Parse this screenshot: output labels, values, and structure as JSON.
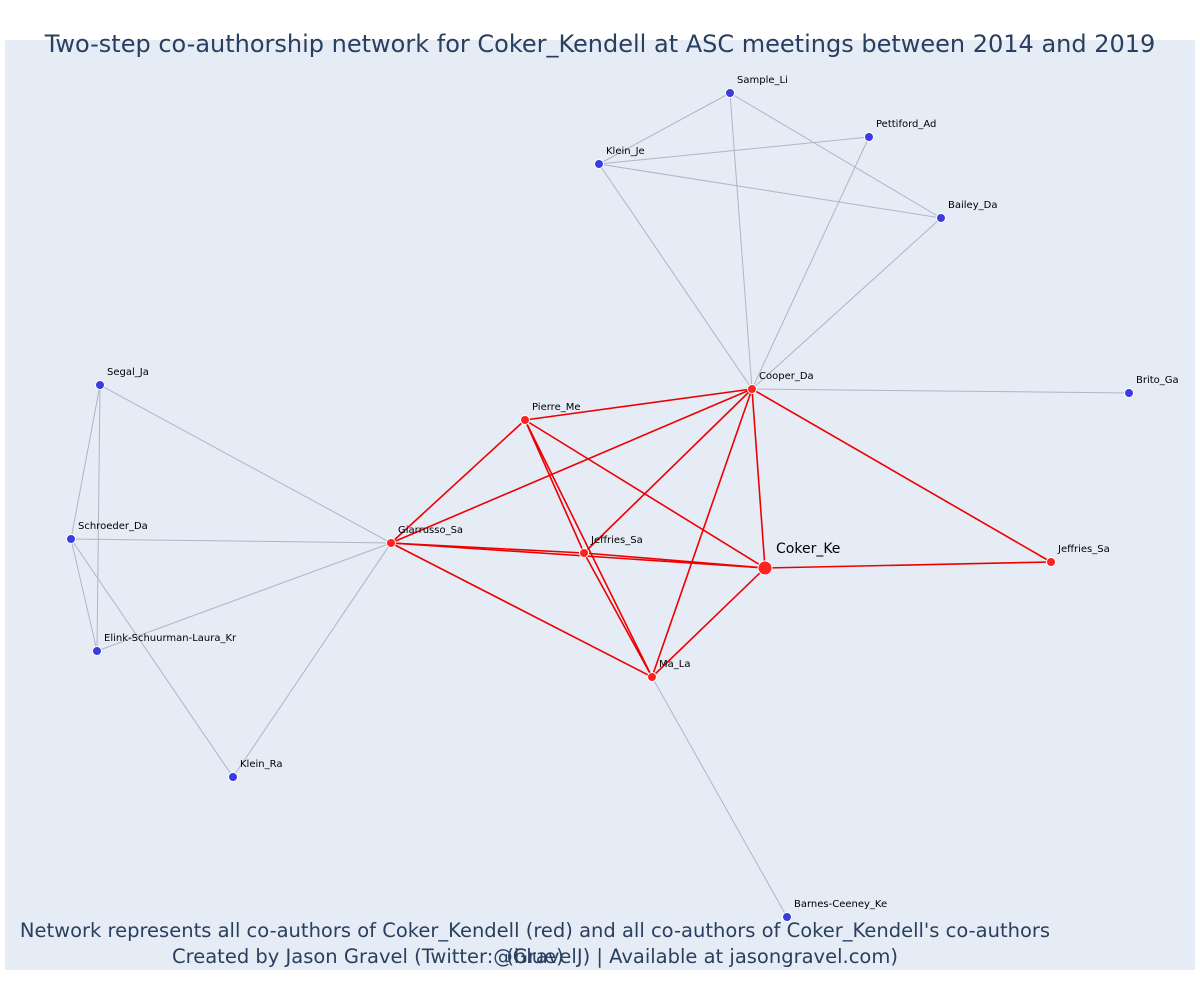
{
  "title": "Two-step co-authorship network for Coker_Kendell at ASC meetings between 2014 and 2019",
  "footer": {
    "line1": "Network represents all co-authors of Coker_Kendell (red) and all co-authors of Coker_Kendell's co-authors (blue)",
    "line2": "Created by Jason Gravel (Twitter:@GravelJ) | Available at jasongravel.com)"
  },
  "colors": {
    "background": "#e5ecf6",
    "red_node": "#ff2020",
    "blue_node": "#3b3bdf",
    "red_edge": "#ee0000",
    "gray_edge": "#b0b4c4",
    "text": "#2a3f5f"
  },
  "nodes": [
    {
      "id": "n_coker",
      "label": "Coker_Ke",
      "group": "red",
      "focal": true
    },
    {
      "id": "n_cooper",
      "label": "Cooper_Da",
      "group": "red"
    },
    {
      "id": "n_pierre",
      "label": "Pierre_Me",
      "group": "red"
    },
    {
      "id": "n_giarrusso",
      "label": "Giarrusso_Sa",
      "group": "red"
    },
    {
      "id": "n_jeffries1",
      "label": "Jeffries_Sa",
      "group": "red"
    },
    {
      "id": "n_jeffries2",
      "label": "Jeffries_Sa",
      "group": "red"
    },
    {
      "id": "n_ma",
      "label": "Ma_La",
      "group": "red"
    },
    {
      "id": "n_sample",
      "label": "Sample_Li",
      "group": "blue"
    },
    {
      "id": "n_pettiford",
      "label": "Pettiford_Ad",
      "group": "blue"
    },
    {
      "id": "n_kleinje",
      "label": "Klein_Je",
      "group": "blue"
    },
    {
      "id": "n_bailey",
      "label": "Bailey_Da",
      "group": "blue"
    },
    {
      "id": "n_brito",
      "label": "Brito_Ga",
      "group": "blue"
    },
    {
      "id": "n_segal",
      "label": "Segal_Ja",
      "group": "blue"
    },
    {
      "id": "n_schroeder",
      "label": "Schroeder_Da",
      "group": "blue"
    },
    {
      "id": "n_elink",
      "label": "Elink-Schuurman-Laura_Kr",
      "group": "blue"
    },
    {
      "id": "n_kleinra",
      "label": "Klein_Ra",
      "group": "blue"
    },
    {
      "id": "n_barnes",
      "label": "Barnes-Ceeney_Ke",
      "group": "blue"
    }
  ],
  "edges": [
    [
      "n_coker",
      "n_cooper"
    ],
    [
      "n_coker",
      "n_pierre"
    ],
    [
      "n_coker",
      "n_giarrusso"
    ],
    [
      "n_coker",
      "n_jeffries1"
    ],
    [
      "n_coker",
      "n_jeffries2"
    ],
    [
      "n_coker",
      "n_ma"
    ],
    [
      "n_cooper",
      "n_pierre"
    ],
    [
      "n_cooper",
      "n_giarrusso"
    ],
    [
      "n_cooper",
      "n_jeffries1"
    ],
    [
      "n_cooper",
      "n_jeffries2"
    ],
    [
      "n_cooper",
      "n_ma"
    ],
    [
      "n_pierre",
      "n_giarrusso"
    ],
    [
      "n_pierre",
      "n_jeffries1"
    ],
    [
      "n_pierre",
      "n_ma"
    ],
    [
      "n_giarrusso",
      "n_jeffries1"
    ],
    [
      "n_giarrusso",
      "n_ma"
    ],
    [
      "n_jeffries1",
      "n_ma"
    ],
    [
      "n_cooper",
      "n_kleinje"
    ],
    [
      "n_cooper",
      "n_sample"
    ],
    [
      "n_cooper",
      "n_pettiford"
    ],
    [
      "n_cooper",
      "n_bailey"
    ],
    [
      "n_cooper",
      "n_brito"
    ],
    [
      "n_sample",
      "n_kleinje"
    ],
    [
      "n_sample",
      "n_bailey"
    ],
    [
      "n_kleinje",
      "n_pettiford"
    ],
    [
      "n_kleinje",
      "n_bailey"
    ],
    [
      "n_giarrusso",
      "n_segal"
    ],
    [
      "n_giarrusso",
      "n_schroeder"
    ],
    [
      "n_giarrusso",
      "n_elink"
    ],
    [
      "n_giarrusso",
      "n_kleinra"
    ],
    [
      "n_segal",
      "n_schroeder"
    ],
    [
      "n_segal",
      "n_elink"
    ],
    [
      "n_schroeder",
      "n_elink"
    ],
    [
      "n_schroeder",
      "n_kleinra"
    ],
    [
      "n_ma",
      "n_barnes"
    ]
  ]
}
